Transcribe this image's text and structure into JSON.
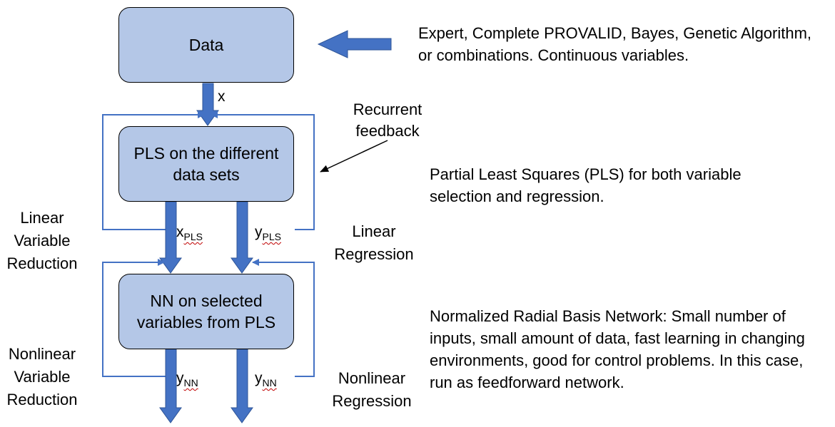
{
  "boxes": {
    "data": "Data",
    "pls": "PLS on the different data sets",
    "nn": "NN on selected variables from PLS"
  },
  "flow_labels": {
    "x": "x",
    "x_pls": {
      "main": "x",
      "sub": "PLS"
    },
    "y_pls": {
      "main": "y",
      "sub": "PLS"
    },
    "y_nn_left": {
      "main": "y",
      "sub": "NN"
    },
    "y_nn_right": {
      "main": "y",
      "sub": "NN"
    }
  },
  "side_labels": {
    "recurrent_feedback": "Recurrent feedback",
    "linear_variable_reduction": [
      "Linear",
      "Variable",
      "Reduction"
    ],
    "linear_regression": [
      "Linear",
      "Regression"
    ],
    "nonlinear_variable_reduction": [
      "Nonlinear",
      "Variable",
      "Reduction"
    ],
    "nonlinear_regression": [
      "Nonlinear",
      "Regression"
    ]
  },
  "descriptions": {
    "data_sources": "Expert, Complete PROVALID, Bayes, Genetic Algorithm, or combinations. Continuous variables.",
    "pls": "Partial Least Squares (PLS) for both variable selection and regression.",
    "nn": "Normalized Radial Basis Network: Small number of inputs, small amount of data, fast learning in changing environments, good for control problems. In this case, run as feedforward network."
  },
  "colors": {
    "box_fill": "#b4c7e7",
    "arrow_fill": "#4472c4",
    "line": "#4472c4"
  }
}
